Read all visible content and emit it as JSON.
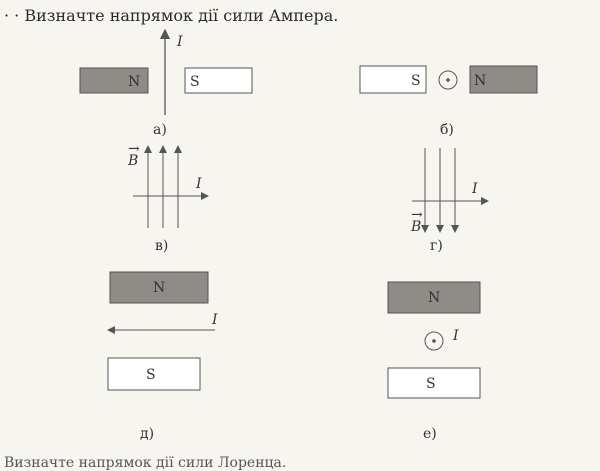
{
  "task": {
    "bullet": "· ·",
    "text": "Визначте напрямок дії сили Ампера."
  },
  "figures": {
    "a": {
      "label": "а)",
      "left_pole": "N",
      "right_pole": "S",
      "current": "I"
    },
    "b": {
      "label": "б)",
      "left_pole": "S",
      "right_pole": "N"
    },
    "v": {
      "label": "в)",
      "field": "B",
      "current": "I"
    },
    "g": {
      "label": "г)",
      "field": "B",
      "current": "I"
    },
    "d": {
      "label": "д)",
      "top_pole": "N",
      "bottom_pole": "S",
      "current": "I"
    },
    "e": {
      "label": "е)",
      "top_pole": "N",
      "bottom_pole": "S",
      "current": "I"
    }
  },
  "colors": {
    "magnet_n": "#8f8b86",
    "line": "#555555"
  },
  "next_task": "Визначте напрямок дії сили Лоренца."
}
